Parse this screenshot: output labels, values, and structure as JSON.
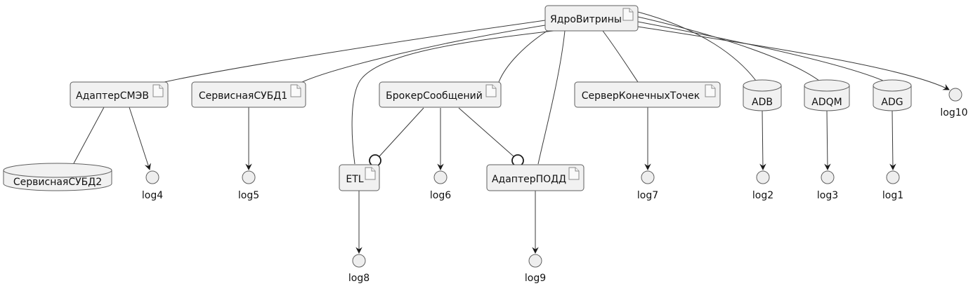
{
  "diagram": {
    "kind": "component-diagram",
    "nodes": {
      "yadro": {
        "label": "ЯдроВитрины",
        "shape": "component-box"
      },
      "smev": {
        "label": "АдаптерСМЭВ",
        "shape": "component-box"
      },
      "subd1": {
        "label": "СервиснаяСУБД1",
        "shape": "component-box"
      },
      "broker": {
        "label": "БрокерСообщений",
        "shape": "component-box"
      },
      "server": {
        "label": "СерверКонечныхТочек",
        "shape": "component-box"
      },
      "adb": {
        "label": "ADB",
        "shape": "database-cylinder"
      },
      "adqm": {
        "label": "ADQM",
        "shape": "database-cylinder"
      },
      "adg": {
        "label": "ADG",
        "shape": "database-cylinder"
      },
      "subd2": {
        "label": "СервиснаяСУБД2",
        "shape": "database-cylinder"
      },
      "etl": {
        "label": "ETL",
        "shape": "component-box"
      },
      "podd": {
        "label": "АдаптерПОДД",
        "shape": "component-box"
      },
      "log1": {
        "label": "log1",
        "shape": "circle"
      },
      "log2": {
        "label": "log2",
        "shape": "circle"
      },
      "log3": {
        "label": "log3",
        "shape": "circle"
      },
      "log4": {
        "label": "log4",
        "shape": "circle"
      },
      "log5": {
        "label": "log5",
        "shape": "circle"
      },
      "log6": {
        "label": "log6",
        "shape": "circle"
      },
      "log7": {
        "label": "log7",
        "shape": "circle"
      },
      "log8": {
        "label": "log8",
        "shape": "circle"
      },
      "log9": {
        "label": "log9",
        "shape": "circle"
      },
      "log10": {
        "label": "log10",
        "shape": "circle"
      }
    },
    "edges": [
      {
        "from": "ЯдроВитрины",
        "to": "АдаптерСМЭВ",
        "type": "plain"
      },
      {
        "from": "ЯдроВитрины",
        "to": "СервиснаяСУБД1",
        "type": "plain"
      },
      {
        "from": "ЯдроВитрины",
        "to": "БрокерСообщений",
        "type": "plain"
      },
      {
        "from": "ЯдроВитрины",
        "to": "ETL",
        "type": "plain"
      },
      {
        "from": "ЯдроВитрины",
        "to": "АдаптерПОДД",
        "type": "plain"
      },
      {
        "from": "ЯдроВитрины",
        "to": "СерверКонечныхТочек",
        "type": "plain"
      },
      {
        "from": "ЯдроВитрины",
        "to": "ADB",
        "type": "plain"
      },
      {
        "from": "ЯдроВитрины",
        "to": "ADQM",
        "type": "plain"
      },
      {
        "from": "ЯдроВитрины",
        "to": "ADG",
        "type": "plain"
      },
      {
        "from": "ЯдроВитрины",
        "to": "log10",
        "type": "arrow"
      },
      {
        "from": "АдаптерСМЭВ",
        "to": "СервиснаяСУБД2",
        "type": "plain"
      },
      {
        "from": "АдаптерСМЭВ",
        "to": "log4",
        "type": "arrow"
      },
      {
        "from": "СервиснаяСУБД1",
        "to": "log5",
        "type": "arrow"
      },
      {
        "from": "БрокерСообщений",
        "to": "ETL",
        "type": "interface-lollipop"
      },
      {
        "from": "БрокерСообщений",
        "to": "log6",
        "type": "arrow"
      },
      {
        "from": "БрокерСообщений",
        "to": "АдаптерПОДД",
        "type": "interface-lollipop"
      },
      {
        "from": "СерверКонечныхТочек",
        "to": "log7",
        "type": "arrow"
      },
      {
        "from": "ADB",
        "to": "log2",
        "type": "arrow"
      },
      {
        "from": "ADQM",
        "to": "log3",
        "type": "arrow"
      },
      {
        "from": "ADG",
        "to": "log1",
        "type": "arrow"
      },
      {
        "from": "ETL",
        "to": "log8",
        "type": "arrow"
      },
      {
        "from": "АдаптерПОДД",
        "to": "log9",
        "type": "arrow"
      }
    ],
    "colors": {
      "background": "#ffffff",
      "node_fill": "#f1f1f1",
      "node_border": "#5f5f5f",
      "edge": "#3a3a3a",
      "arrowhead": "#1a1a1a",
      "text": "#111111"
    }
  }
}
